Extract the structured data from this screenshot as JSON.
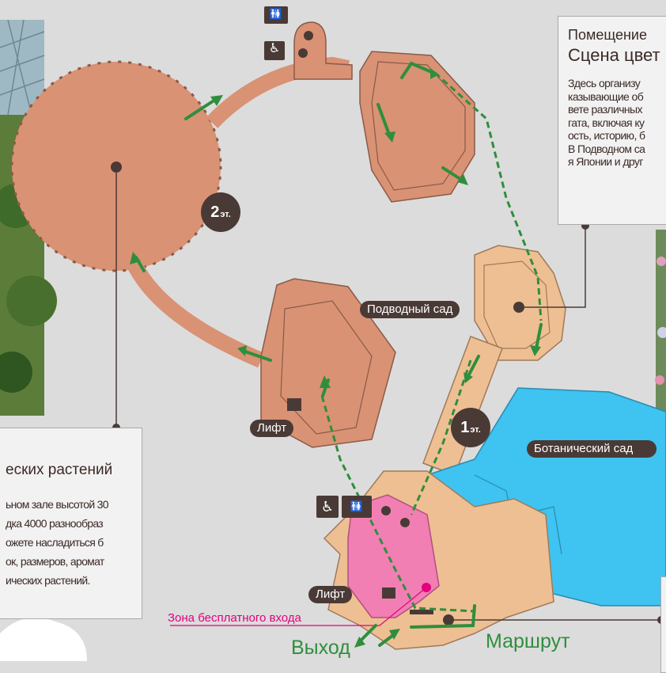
{
  "floors": {
    "f2": "2",
    "f1": "1",
    "unit": "эт."
  },
  "labels": {
    "underwater": "Подводный сад",
    "lift_top": "Лифт",
    "lift_bottom": "Лифт",
    "botanical": "Ботанический сад",
    "free_zone": "Зона бесплатного входа",
    "exit": "Выход",
    "route": "Маршрут"
  },
  "box_top_right": {
    "title_line1": "Помещение",
    "title_line2": "Сцена цвет",
    "body": "Здесь организу\nказывающие об\nвете различных\nгата, включая ку\nость, историю, б\nВ Подводном са\nя Японии и друг"
  },
  "box_left": {
    "title": "еских растений",
    "body": "ьном зале высотой 30\nдка 4000 разнообраз\nожете насладиться б\nок, размеров, аромат\nических растений."
  },
  "icons": {
    "top_restroom": "restroom-icon",
    "top_accessible": "wheelchair-icon",
    "mid_accessible": "wheelchair-icon",
    "mid_restroom": "restroom-icon"
  },
  "colors": {
    "building_2f": "#d99274",
    "building_1f": "#eebf92",
    "botanical": "#3fc3f0",
    "free_zone": "#f17fb4",
    "route": "#2f8e3d",
    "label_bg": "#4a3a36",
    "free_zone_text": "#e3007f"
  }
}
